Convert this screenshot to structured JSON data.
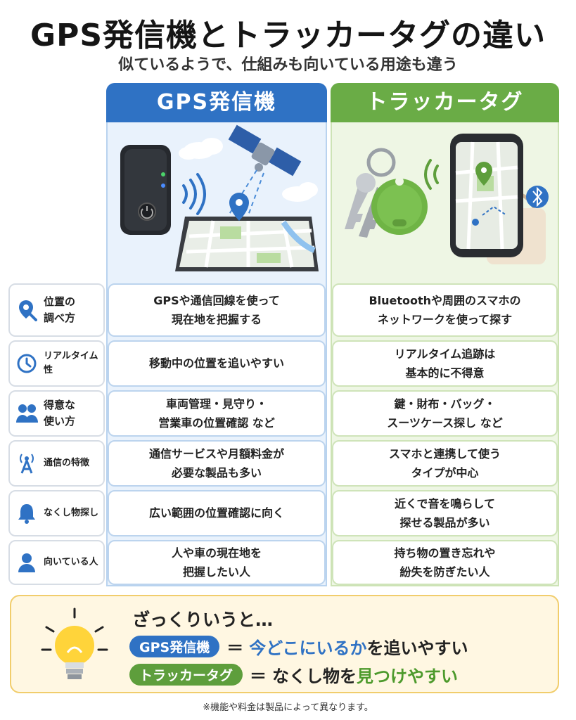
{
  "title": "GPS発信機とトラッカータグの違い",
  "subtitle": "似ているようで、仕組みも向いている用途も違う",
  "columns": {
    "gps": {
      "label": "GPS発信機",
      "color": "#2f72c4"
    },
    "tag": {
      "label": "トラッカータグ",
      "color": "#6aac46"
    }
  },
  "rows": [
    {
      "icon": "location-search-icon",
      "label": "位置の\n調べ方",
      "gps": "GPSや通信回線を使って\n現在地を把握する",
      "tag": "Bluetoothや周囲のスマホの\nネットワークを使って探す"
    },
    {
      "icon": "clock-icon",
      "label": "リアルタイム性",
      "gps": "移動中の位置を追いやすい",
      "tag": "リアルタイム追跡は\n基本的に不得意"
    },
    {
      "icon": "people-icon",
      "label": "得意な\n使い方",
      "gps": "車両管理・見守り・\n営業車の位置確認 など",
      "tag": "鍵・財布・バッグ・\nスーツケース探し など"
    },
    {
      "icon": "antenna-icon",
      "label": "通信の特徴",
      "gps": "通信サービスや月額料金が\n必要な製品も多い",
      "tag": "スマホと連携して使う\nタイプが中心"
    },
    {
      "icon": "bell-icon",
      "label": "なくし物探し",
      "gps": "広い範囲の位置確認に向く",
      "tag": "近くで音を鳴らして\n探せる製品が多い"
    },
    {
      "icon": "person-icon",
      "label": "向いている人",
      "gps": "人や車の現在地を\n把握したい人",
      "tag": "持ち物の置き忘れや\n紛失を防ぎたい人"
    }
  ],
  "summary": {
    "heading": "ざっくりいうと…",
    "gps": {
      "pill": "GPS発信機",
      "eq": "＝",
      "highlight": "今どこにいるか",
      "rest": "を追いやすい"
    },
    "tag": {
      "pill": "トラッカータグ",
      "eq": "＝",
      "plain": "なくし物を",
      "highlight": "見つけやすい"
    }
  },
  "footnote": "※機能や料金は製品によって異なります。"
}
